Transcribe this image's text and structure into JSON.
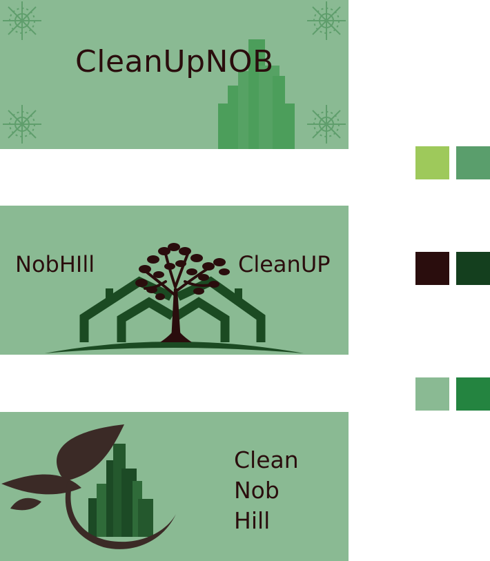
{
  "logos": [
    {
      "title": "CleanUpNOB"
    },
    {
      "left_text": "NobHIll",
      "right_text": "CleanUP"
    },
    {
      "lines": [
        "Clean",
        "Nob",
        "Hill"
      ]
    }
  ],
  "colors": {
    "panel_background": "#8aba93",
    "text": "#2a0d0d",
    "skyline_light": "#4c9e5b",
    "skyline_dark": "#1c4a25",
    "houses": "#1b4a22",
    "tree": "#2a0d0d",
    "leaf_brown": "#3b2a26"
  },
  "palette": [
    [
      "#9ec95b",
      "#5a9e6c"
    ],
    [
      "#2a0d0d",
      "#143f1e"
    ],
    [
      "#8aba93",
      "#248440"
    ]
  ]
}
